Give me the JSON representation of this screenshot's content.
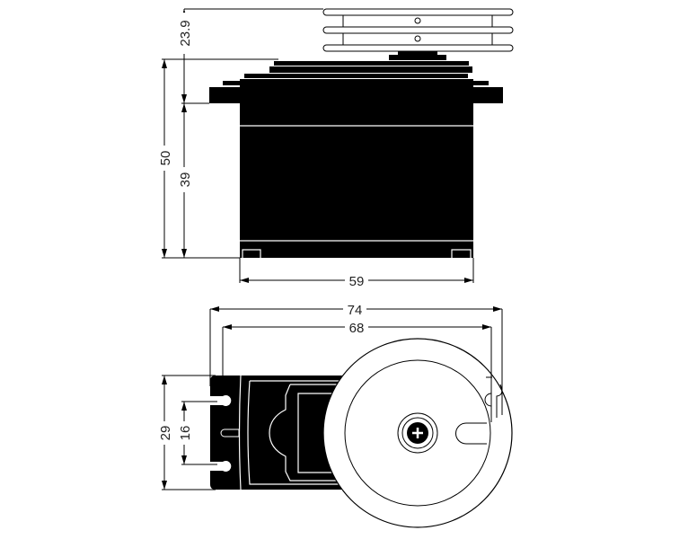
{
  "side_view": {
    "dimensions": {
      "horn_height": "23.9",
      "total_height": "50",
      "body_height": "39",
      "body_width": "59"
    }
  },
  "bottom_view": {
    "dimensions": {
      "overall_length": "74",
      "mount_hole_spacing": "68",
      "body_depth": "29",
      "hole_pitch": "16"
    }
  },
  "colors": {
    "ink": "#000000",
    "paper": "#ffffff"
  }
}
